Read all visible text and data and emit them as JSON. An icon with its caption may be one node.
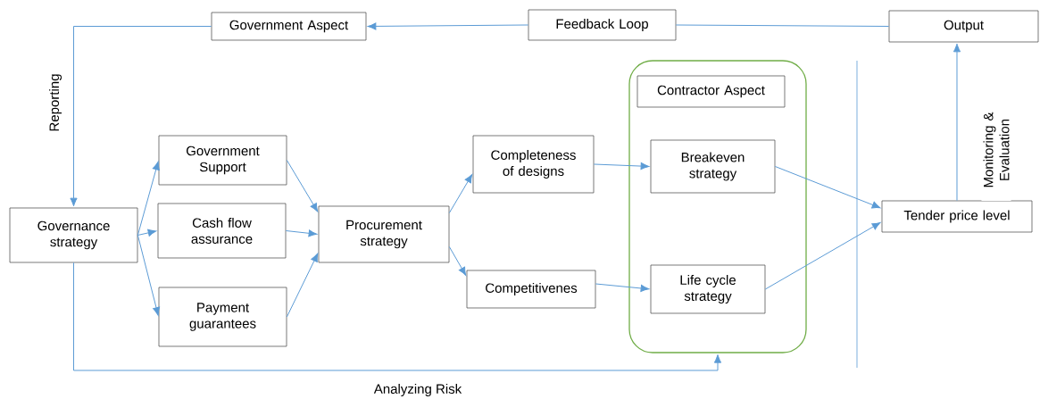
{
  "diagram": {
    "nodes": [
      {
        "text": [
          "Government Aspect"
        ]
      },
      {
        "text": [
          "Feedback Loop"
        ]
      },
      {
        "text": [
          "Output"
        ]
      },
      {
        "text": [
          "Governance strategy"
        ]
      },
      {
        "text": [
          "Government Support"
        ]
      },
      {
        "text": [
          "Cash flow assurance"
        ]
      },
      {
        "text": [
          "Payment guarantees"
        ]
      },
      {
        "text": [
          "Procurement strategy"
        ]
      },
      {
        "text": [
          "Completeness of designs"
        ]
      },
      {
        "text": [
          "Competitivenes"
        ]
      },
      {
        "text": [],
        "shape": "box"
      },
      {
        "text": [
          "Contractor Aspect"
        ],
        "in": 10
      },
      {
        "text": [
          "Breakeven strategy"
        ],
        "in": 10
      },
      {
        "text": [
          "Life cycle strategy"
        ],
        "in": 10
      },
      {
        "text": [
          "Tender price level"
        ]
      }
    ],
    "edges": [
      {
        "from": 2,
        "to": 1,
        "arrow": "none"
      },
      {
        "from": 1,
        "to": 0,
        "arrow": "to"
      },
      {
        "from": 0,
        "to": 3,
        "arrow": "to",
        "label": "Reporting"
      },
      {
        "from": 3,
        "to": 4,
        "arrow": "to"
      },
      {
        "from": 3,
        "to": 5,
        "arrow": "to"
      },
      {
        "from": 3,
        "to": 6,
        "arrow": "to"
      },
      {
        "from": 4,
        "to": 7,
        "arrow": "to"
      },
      {
        "from": 5,
        "to": 7,
        "arrow": "to"
      },
      {
        "from": 6,
        "to": 7,
        "arrow": "to"
      },
      {
        "from": 7,
        "to": 8,
        "arrow": "to"
      },
      {
        "from": 7,
        "to": 9,
        "arrow": "to"
      },
      {
        "from": 8,
        "to": 12,
        "arrow": "to"
      },
      {
        "from": 9,
        "to": 13,
        "arrow": "to"
      },
      {
        "from": 12,
        "to": 14,
        "arrow": "to"
      },
      {
        "from": 13,
        "to": 14,
        "arrow": "to"
      },
      {
        "from": 14,
        "to": 2,
        "arrow": "to",
        "label": "Monitoring & Evaluation"
      },
      {
        "from": 3,
        "to": 10,
        "arrow": "to",
        "label": "Analyzing Risk"
      }
    ]
  }
}
